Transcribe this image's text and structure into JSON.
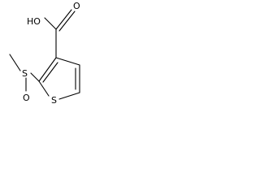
{
  "molecule": {
    "atoms": {
      "hydroxyl": "HO",
      "carbonyl_oxygen": "O",
      "sulfoxide_sulfur": "S",
      "sulfoxide_oxygen": "O",
      "ring_sulfur": "S"
    }
  },
  "colors": {
    "bond": "#000000",
    "label": "#000000",
    "background": "#ffffff"
  }
}
